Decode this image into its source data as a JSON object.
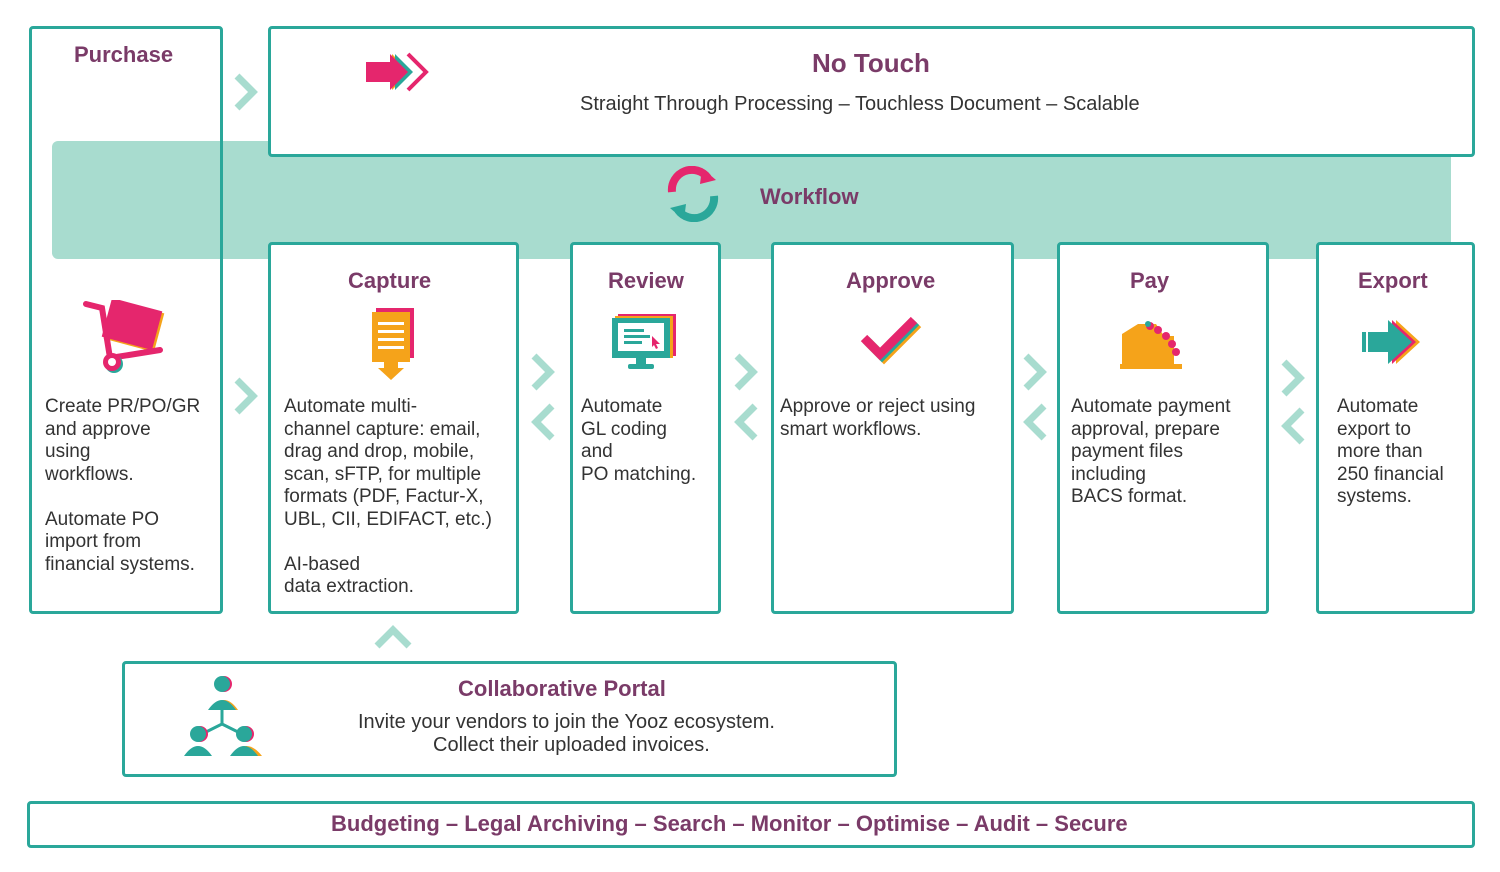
{
  "purchase": {
    "title": "Purchase",
    "description": "Create PR/PO/GR\nand approve\nusing\nworkflows.\n\nAutomate PO\nimport from\nfinancial systems.",
    "icon": "cart-icon"
  },
  "no_touch": {
    "title": "No Touch",
    "subtitle": "Straight Through Processing – Touchless Document – Scalable",
    "icon": "fast-forward-arrow-icon"
  },
  "workflow": {
    "label": "Workflow",
    "icon": "refresh-cycle-icon"
  },
  "steps": [
    {
      "title": "Capture",
      "icon": "document-download-icon",
      "description": "Automate multi-\nchannel capture: email,\ndrag and drop, mobile,\nscan, sFTP, for multiple\nformats (PDF, Factur-X,\nUBL, CII, EDIFACT, etc.)\n\nAI-based\ndata extraction."
    },
    {
      "title": "Review",
      "icon": "monitor-icon",
      "description": "Automate\nGL coding\nand\nPO matching."
    },
    {
      "title": "Approve",
      "icon": "checkmark-icon",
      "description": "Approve or reject using\nsmart workflows."
    },
    {
      "title": "Pay",
      "icon": "cash-register-icon",
      "description": "Automate payment\napproval, prepare\npayment files\nincluding\nBACS format."
    },
    {
      "title": "Export",
      "icon": "export-arrow-icon",
      "description": "Automate\nexport to\nmore than\n250 financial\nsystems."
    }
  ],
  "portal": {
    "title": "Collaborative Portal",
    "line1": "Invite your vendors to join the Yooz ecosystem.",
    "line2": "Collect their uploaded invoices.",
    "icon": "team-network-icon"
  },
  "footer": {
    "text": "Budgeting – Legal Archiving – Search – Monitor – Optimise – Audit – Secure"
  },
  "colors": {
    "teal": "#2aa79a",
    "band": "#a8dccf",
    "title": "#7a3b68",
    "magenta": "#e5266d",
    "orange": "#f5a31a",
    "chevron": "#a8dccf"
  }
}
